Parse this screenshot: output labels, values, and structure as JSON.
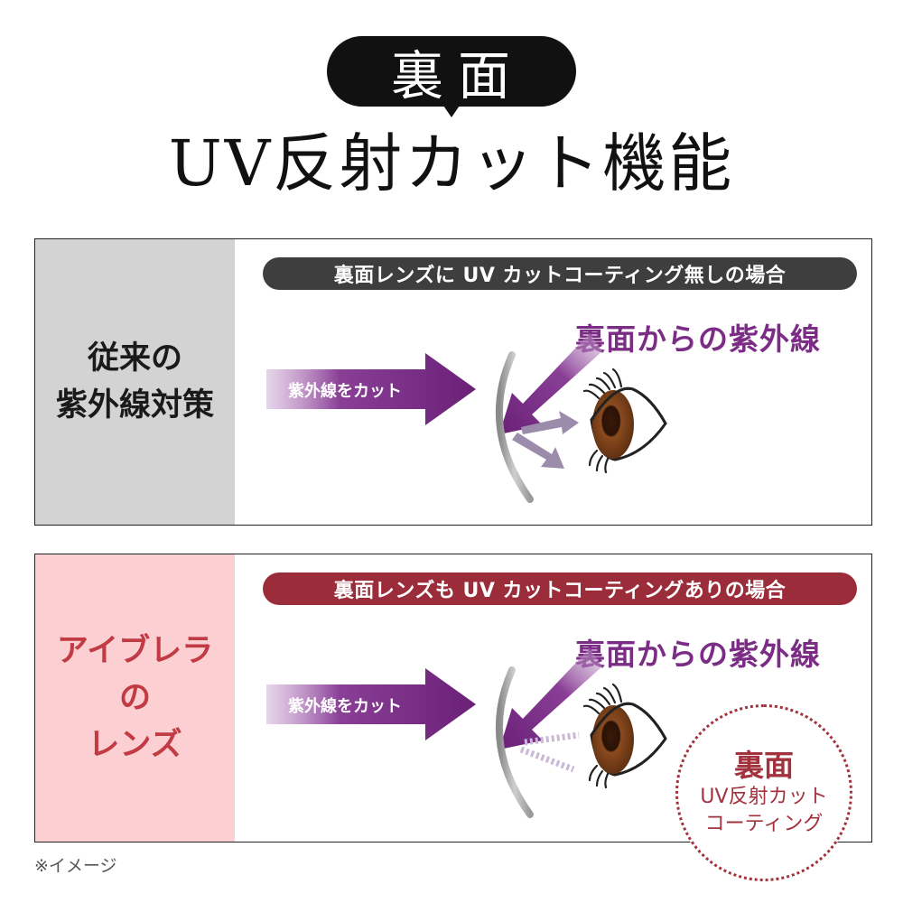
{
  "header": {
    "badge": "裏面",
    "title": "UV反射カット機能"
  },
  "panels": [
    {
      "side_label": "従来の\n紫外線対策",
      "case_label": "裏面レンズに UV カットコーティング無しの場合",
      "back_uv_label": "裏面からの紫外線",
      "front_arrow_label": "紫外線をカット"
    },
    {
      "side_label": "アイブレラ\nの\nレンズ",
      "case_label": "裏面レンズも UV カットコーティングありの場合",
      "back_uv_label": "裏面からの紫外線",
      "front_arrow_label": "紫外線をカット"
    }
  ],
  "stamp": {
    "line1": "裏面",
    "line2": "UV反射カット",
    "line3": "コーティング"
  },
  "footnote": "※イメージ",
  "colors": {
    "uv_purple": "#7b2d85",
    "badge_black": "#111111",
    "panel1_side": "#d3d3d3",
    "panel2_side": "#fcd0d2",
    "accent_red": "#9b2d3b",
    "iris_brown": "#6b3a1a"
  },
  "icons": [
    "uv-arrow-icon",
    "lens-icon",
    "eye-icon",
    "reflection-arrow-icon"
  ]
}
